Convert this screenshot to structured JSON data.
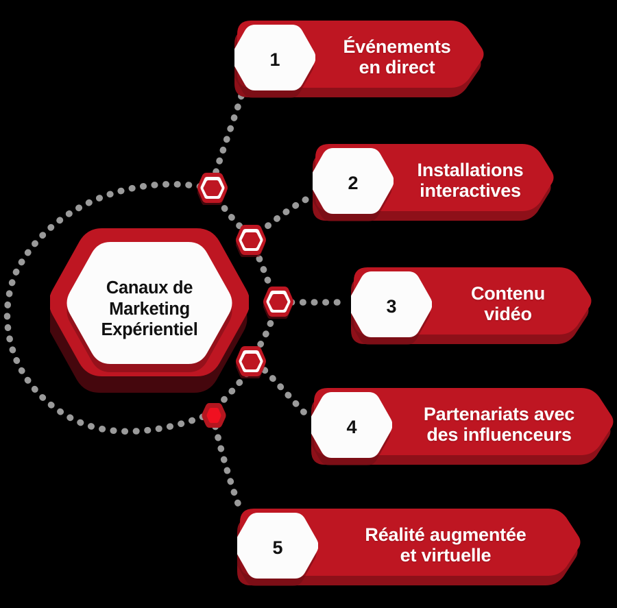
{
  "diagram": {
    "title": "Canaux de Marketing Expérientiel",
    "type": "hexagon-radial-list",
    "background": "#000000",
    "colors": {
      "brand_red": "#BE1622",
      "brand_red_dark": "#8E1019",
      "brand_red_bright": "#F01020",
      "text_light": "#FFFFFF",
      "text_dark": "#111111",
      "node_fill": "#FCFCFC",
      "dot_gray": "#9A9A9A"
    },
    "center": {
      "label": "Canaux de\nMarketing\nExpérientiel"
    },
    "items": [
      {
        "number": "1",
        "label": "Événements\nen direct"
      },
      {
        "number": "2",
        "label": "Installations\ninteractives"
      },
      {
        "number": "3",
        "label": "Contenu\nvidéo"
      },
      {
        "number": "4",
        "label": "Partenariats avec\ndes influenceurs"
      },
      {
        "number": "5",
        "label": "Réalité augmentée\net virtuelle"
      }
    ],
    "connectors": [
      {
        "name": "connector-1",
        "style": "ring"
      },
      {
        "name": "connector-2",
        "style": "ring"
      },
      {
        "name": "connector-3",
        "style": "ring"
      },
      {
        "name": "connector-4",
        "style": "ring"
      },
      {
        "name": "connector-5",
        "style": "solid"
      }
    ]
  }
}
